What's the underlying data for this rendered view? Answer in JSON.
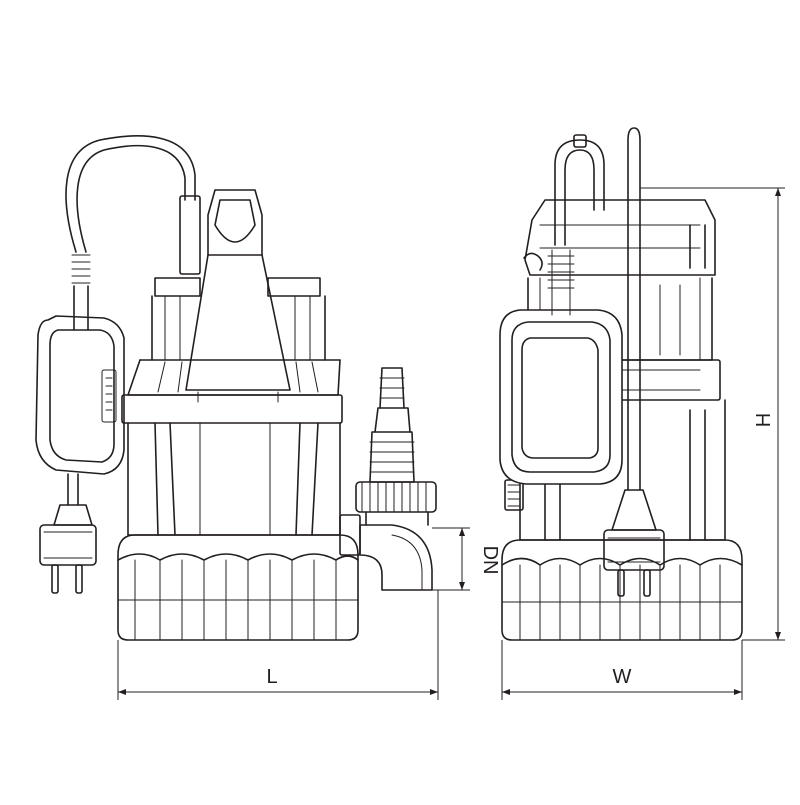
{
  "drawing": {
    "views": [
      "front-view",
      "side-view"
    ],
    "dimension_labels": {
      "length": "L",
      "width": "W",
      "height": "H",
      "outlet_diameter": "DN"
    }
  }
}
